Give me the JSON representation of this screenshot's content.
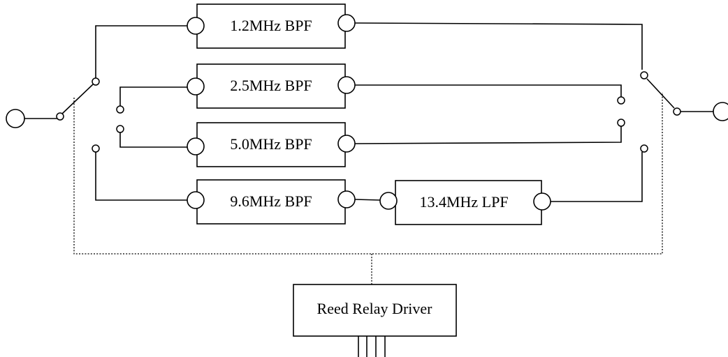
{
  "filters": [
    {
      "label": "1.2MHz BPF"
    },
    {
      "label": "2.5MHz BPF"
    },
    {
      "label": "5.0MHz BPF"
    },
    {
      "label": "9.6MHz BPF"
    },
    {
      "label": "13.4MHz LPF"
    }
  ],
  "driver": {
    "label": "Reed Relay Driver"
  },
  "colors": {
    "line": "#000000",
    "background": "#ffffff"
  }
}
